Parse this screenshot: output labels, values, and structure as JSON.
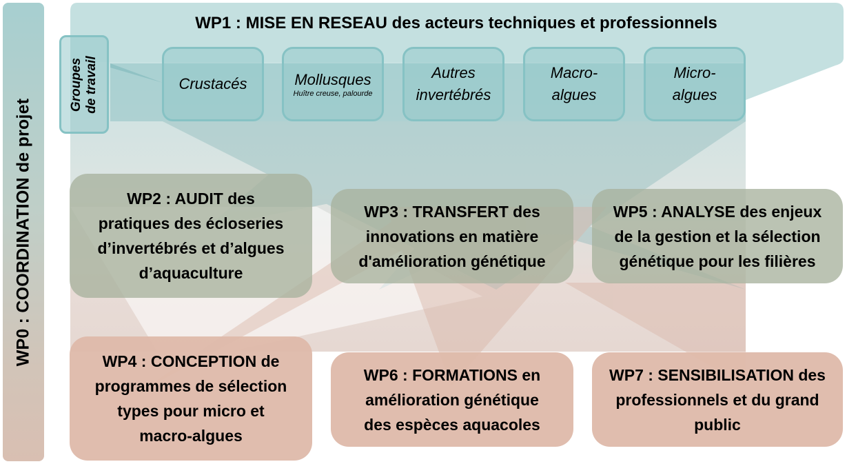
{
  "wp0": {
    "label": "WP0 : COORDINATION de projet",
    "color_top": "#a7cfd0",
    "color_bottom": "#d9bfb2"
  },
  "wp1": {
    "title": "WP1 : MISE EN RESEAU des acteurs techniques et professionnels",
    "color": "#c4e0e0",
    "groups_label_line1": "Groupes",
    "groups_label_line2": "de travail",
    "species": [
      {
        "line1": "Crustacés",
        "line2": "",
        "sub": ""
      },
      {
        "line1": "Mollusques",
        "line2": "",
        "sub": "Huître creuse, palourde"
      },
      {
        "line1": "Autres",
        "line2": "invertébrés",
        "sub": ""
      },
      {
        "line1": "Macro-",
        "line2": "algues",
        "sub": ""
      },
      {
        "line1": "Micro-",
        "line2": "algues",
        "sub": ""
      }
    ]
  },
  "work_packages": {
    "wp2": {
      "line1": "WP2 : AUDIT des",
      "line2": "pratiques des écloseries",
      "line3": "d’invertébrés et d’algues",
      "line4": "d’aquaculture",
      "color": "#a8b29e"
    },
    "wp3": {
      "line1": "WP3 : TRANSFERT des",
      "line2": "innovations en matière",
      "line3": "d'amélioration génétique",
      "color": "#a8b29e"
    },
    "wp5": {
      "line1": "WP5 : ANALYSE des enjeux",
      "line2": "de la gestion et la sélection",
      "line3": "génétique pour les filières",
      "color": "#a8b29e"
    },
    "wp4": {
      "line1": "WP4 : CONCEPTION de",
      "line2": "programmes de sélection",
      "line3": "types pour micro et",
      "line4": "macro-algues",
      "color": "#deb9aa"
    },
    "wp6": {
      "line1": "WP6 : FORMATIONS en",
      "line2": "amélioration génétique",
      "line3": "des espèces aquacoles",
      "color": "#deb9aa"
    },
    "wp7": {
      "line1": "WP7 : SENSIBILISATION des",
      "line2": "professionnels et du grand",
      "line3": "public",
      "color": "#deb9aa"
    }
  }
}
